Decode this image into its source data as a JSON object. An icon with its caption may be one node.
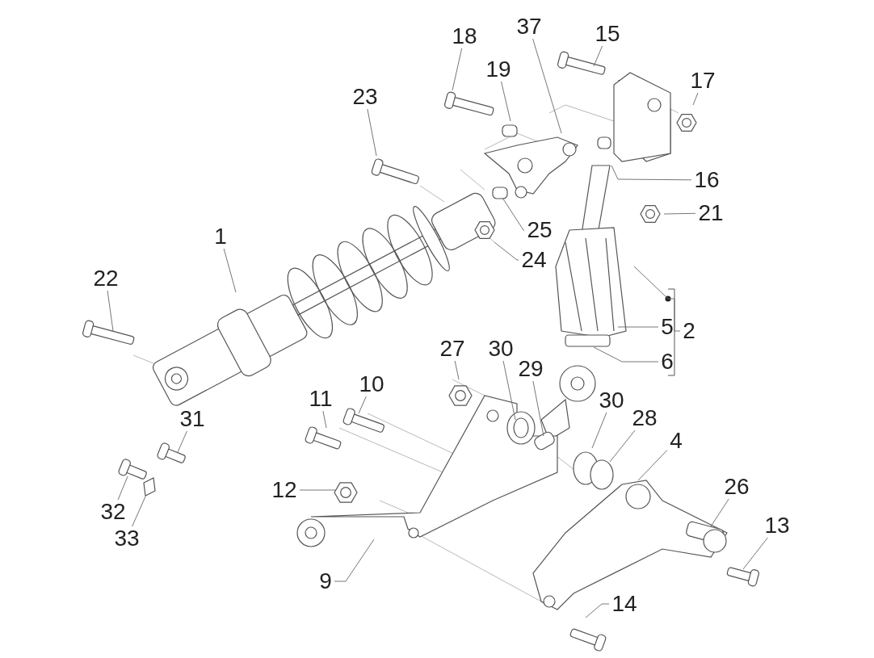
{
  "diagram": {
    "nodes": [
      {
        "text": [
          "37"
        ]
      },
      {
        "text": [
          "15"
        ]
      },
      {
        "text": [
          "18"
        ]
      },
      {
        "text": [
          "19"
        ]
      },
      {
        "text": [
          "17"
        ]
      },
      {
        "text": [
          "23"
        ]
      },
      {
        "text": [
          "16"
        ]
      },
      {
        "text": [
          "21"
        ]
      },
      {
        "text": [
          "25"
        ]
      },
      {
        "text": [
          "1"
        ]
      },
      {
        "text": [
          "24"
        ]
      },
      {
        "text": [
          "22"
        ]
      },
      {
        "text": [
          "5"
        ]
      },
      {
        "text": [
          "2"
        ]
      },
      {
        "text": [
          "27"
        ]
      },
      {
        "text": [
          "30"
        ]
      },
      {
        "text": [
          "6"
        ]
      },
      {
        "text": [
          "29"
        ]
      },
      {
        "text": [
          "10"
        ]
      },
      {
        "text": [
          "11"
        ]
      },
      {
        "text": [
          "30"
        ]
      },
      {
        "text": [
          "31"
        ]
      },
      {
        "text": [
          "28"
        ]
      },
      {
        "text": [
          "4"
        ]
      },
      {
        "text": [
          "26"
        ]
      },
      {
        "text": [
          "12"
        ]
      },
      {
        "text": [
          "32"
        ]
      },
      {
        "text": [
          "13"
        ]
      },
      {
        "text": [
          "33"
        ]
      },
      {
        "text": [
          "9"
        ]
      },
      {
        "text": [
          "14"
        ]
      }
    ],
    "edges": [
      {
        "from": 0,
        "to": null,
        "arrow": "none"
      },
      {
        "from": 1,
        "to": null,
        "arrow": "none"
      },
      {
        "from": 2,
        "to": null,
        "arrow": "none"
      },
      {
        "from": 3,
        "to": null,
        "arrow": "none"
      },
      {
        "from": 4,
        "to": null,
        "arrow": "none"
      },
      {
        "from": 5,
        "to": null,
        "arrow": "none"
      },
      {
        "from": 6,
        "to": null,
        "arrow": "none"
      },
      {
        "from": 7,
        "to": null,
        "arrow": "none"
      },
      {
        "from": 8,
        "to": null,
        "arrow": "none"
      },
      {
        "from": 9,
        "to": null,
        "arrow": "none"
      },
      {
        "from": 10,
        "to": null,
        "arrow": "none"
      },
      {
        "from": 11,
        "to": null,
        "arrow": "none"
      },
      {
        "from": 12,
        "to": null,
        "arrow": "none"
      },
      {
        "from": 13,
        "to": null,
        "arrow": "none"
      },
      {
        "from": 14,
        "to": null,
        "arrow": "none"
      },
      {
        "from": 15,
        "to": null,
        "arrow": "none"
      },
      {
        "from": 16,
        "to": null,
        "arrow": "none"
      },
      {
        "from": 17,
        "to": null,
        "arrow": "none"
      },
      {
        "from": 18,
        "to": null,
        "arrow": "none"
      },
      {
        "from": 19,
        "to": null,
        "arrow": "none"
      },
      {
        "from": 20,
        "to": null,
        "arrow": "none"
      },
      {
        "from": 21,
        "to": null,
        "arrow": "none"
      },
      {
        "from": 22,
        "to": null,
        "arrow": "none"
      },
      {
        "from": 23,
        "to": null,
        "arrow": "none"
      },
      {
        "from": 24,
        "to": null,
        "arrow": "none"
      },
      {
        "from": 25,
        "to": null,
        "arrow": "none"
      },
      {
        "from": 26,
        "to": null,
        "arrow": "none"
      },
      {
        "from": 27,
        "to": null,
        "arrow": "none"
      },
      {
        "from": 28,
        "to": null,
        "arrow": "none"
      },
      {
        "from": 29,
        "to": null,
        "arrow": "none"
      },
      {
        "from": 30,
        "to": null,
        "arrow": "none"
      }
    ]
  }
}
